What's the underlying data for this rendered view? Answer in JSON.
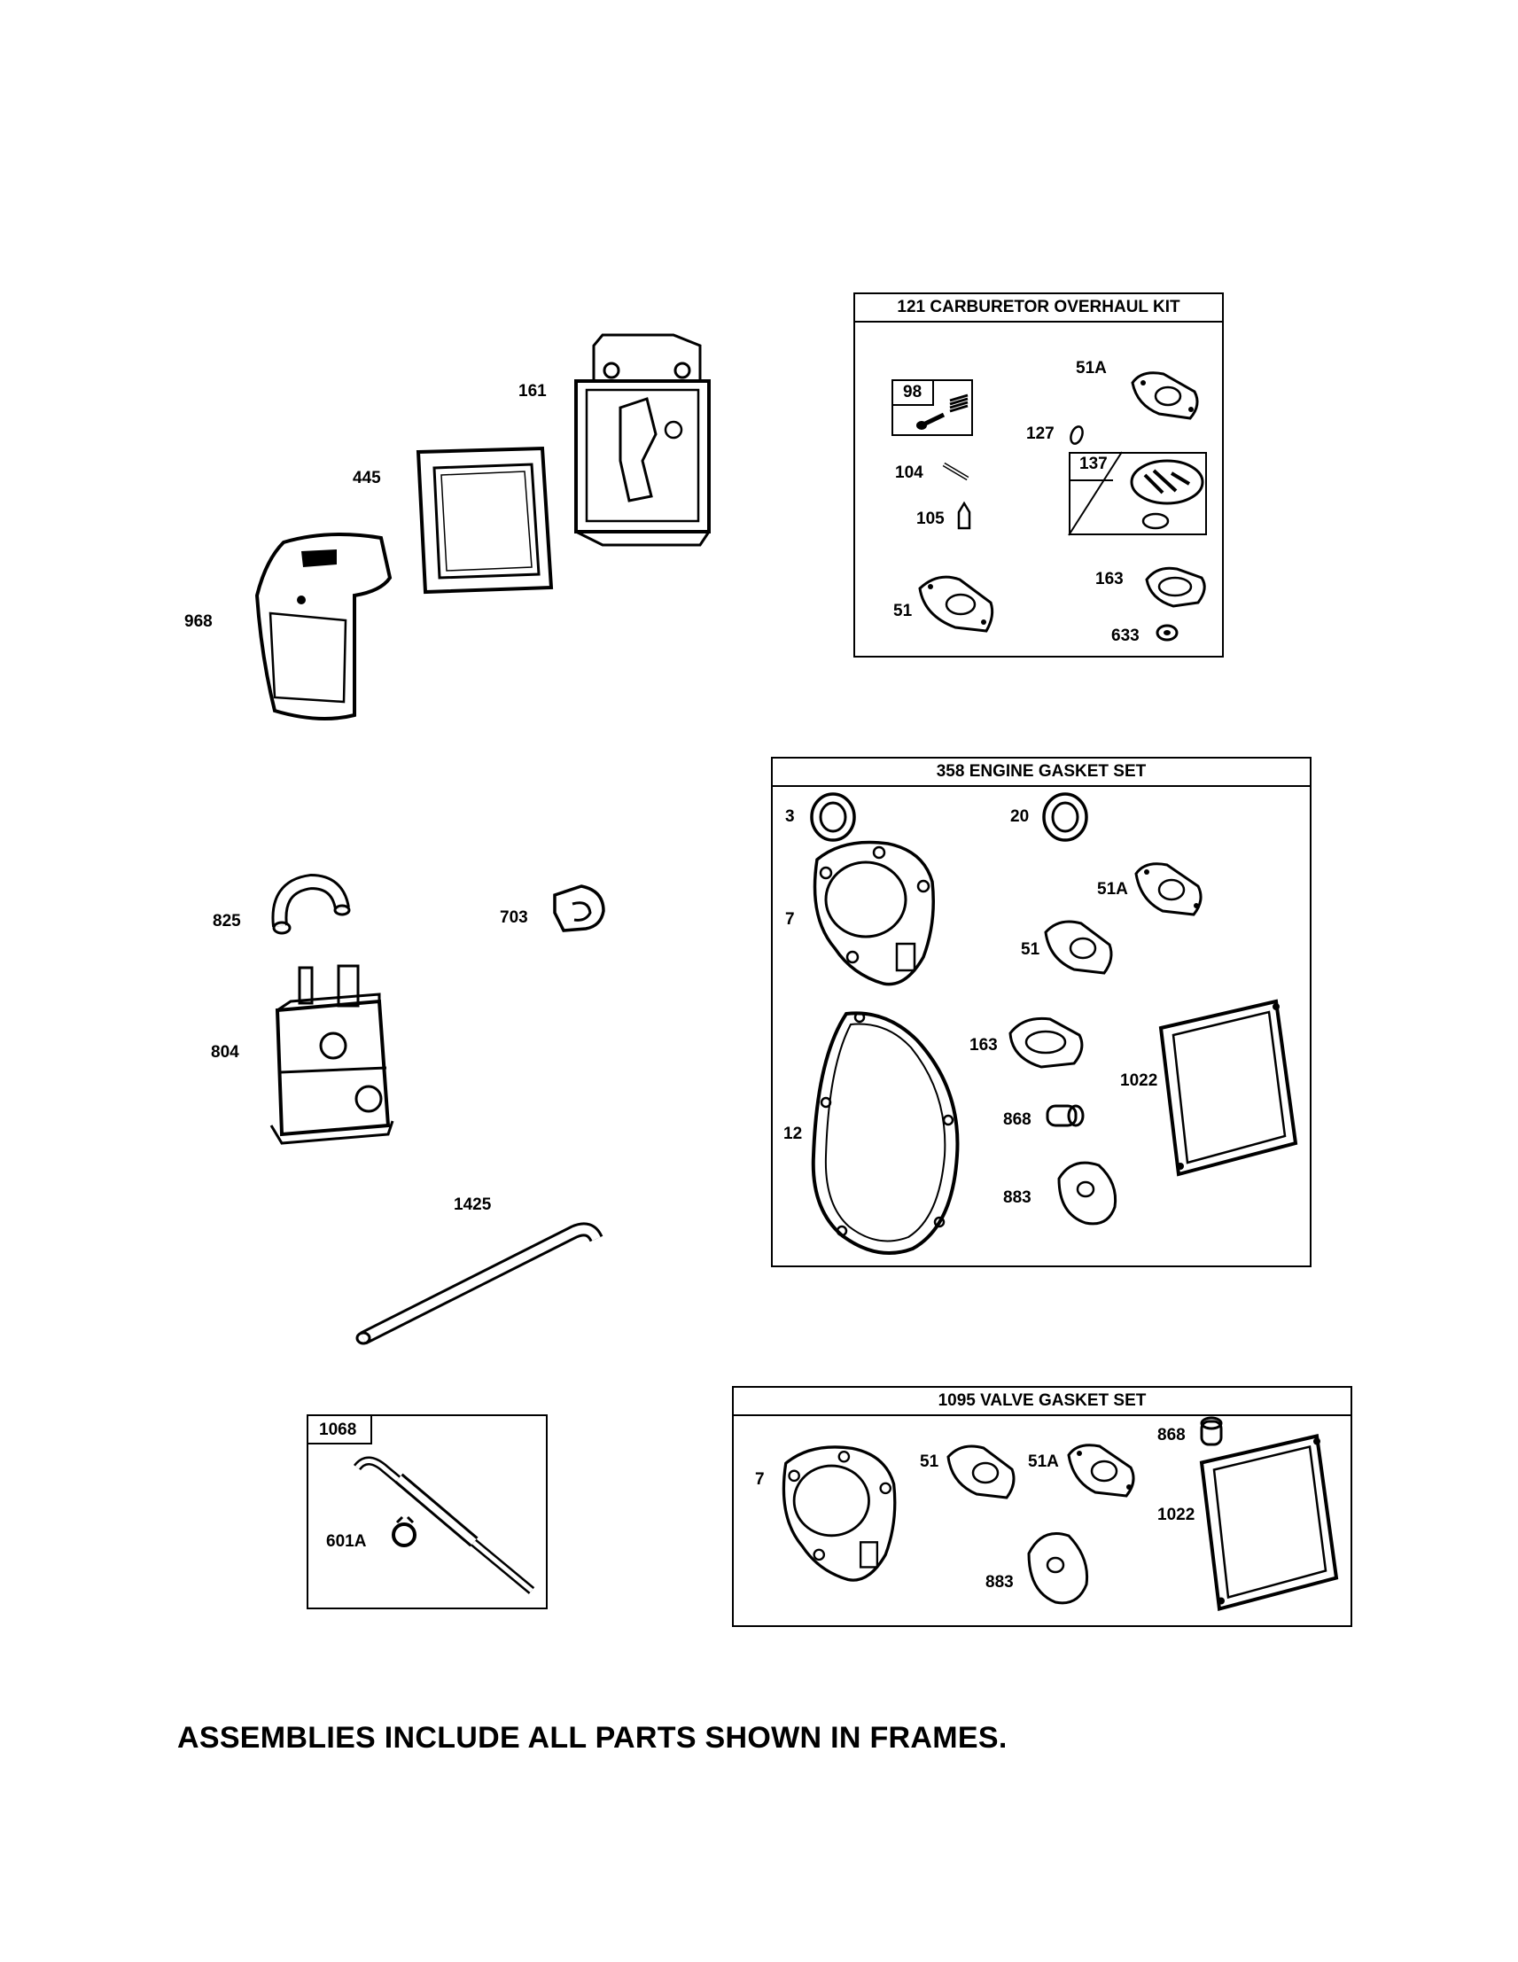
{
  "loose_parts": {
    "p161": "161",
    "p445": "445",
    "p968": "968",
    "p825": "825",
    "p703": "703",
    "p804": "804",
    "p1425": "1425"
  },
  "carburetor_kit": {
    "title": "121 CARBURETOR OVERHAUL KIT",
    "p98": "98",
    "p51A": "51A",
    "p127": "127",
    "p104": "104",
    "p137": "137",
    "p105": "105",
    "p163": "163",
    "p51": "51",
    "p633": "633"
  },
  "engine_gasket_set": {
    "title": "358 ENGINE GASKET SET",
    "p3": "3",
    "p20": "20",
    "p51A": "51A",
    "p7": "7",
    "p51": "51",
    "p163": "163",
    "p1022": "1022",
    "p868": "868",
    "p12": "12",
    "p883": "883"
  },
  "dipstick_kit": {
    "title": "1068",
    "p601A": "601A"
  },
  "valve_gasket_set": {
    "title": "1095 VALVE GASKET SET",
    "p7": "7",
    "p51": "51",
    "p51A": "51A",
    "p868": "868",
    "p1022": "1022",
    "p883": "883"
  },
  "footer_note": "ASSEMBLIES INCLUDE ALL PARTS SHOWN IN FRAMES."
}
